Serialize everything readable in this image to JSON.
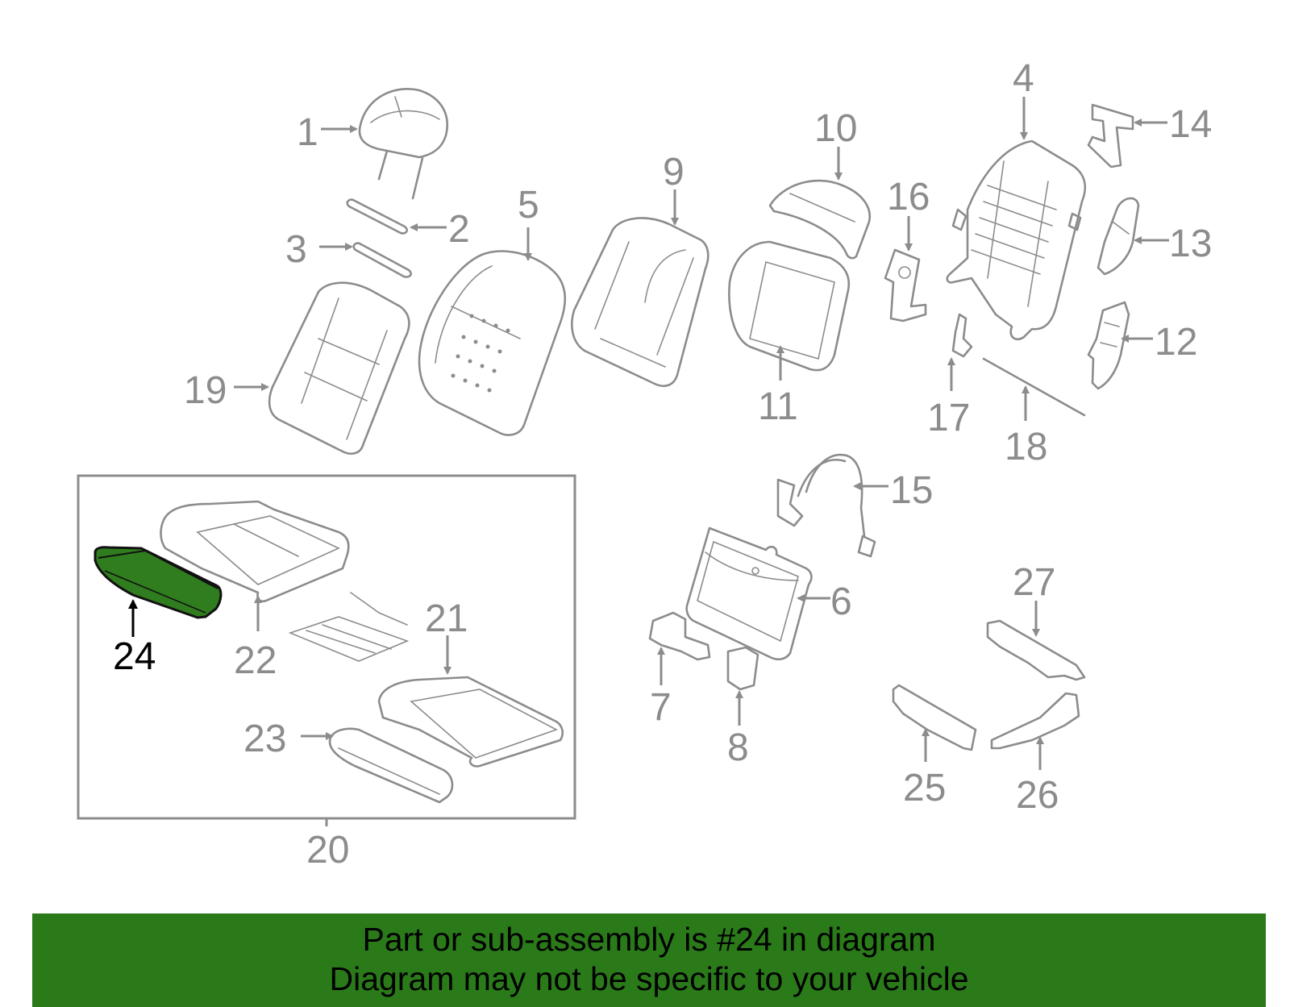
{
  "colors": {
    "line": "#8c8c8c",
    "highlight_fill": "#2f7d1e",
    "highlight_stroke": "#111111",
    "banner": "#2a7a1a",
    "text": "#000000"
  },
  "callouts": [
    {
      "id": "1",
      "label": "1"
    },
    {
      "id": "2",
      "label": "2"
    },
    {
      "id": "3",
      "label": "3"
    },
    {
      "id": "4",
      "label": "4"
    },
    {
      "id": "5",
      "label": "5"
    },
    {
      "id": "6",
      "label": "6"
    },
    {
      "id": "7",
      "label": "7"
    },
    {
      "id": "8",
      "label": "8"
    },
    {
      "id": "9",
      "label": "9"
    },
    {
      "id": "10",
      "label": "10"
    },
    {
      "id": "11",
      "label": "11"
    },
    {
      "id": "12",
      "label": "12"
    },
    {
      "id": "13",
      "label": "13"
    },
    {
      "id": "14",
      "label": "14"
    },
    {
      "id": "15",
      "label": "15"
    },
    {
      "id": "16",
      "label": "16"
    },
    {
      "id": "17",
      "label": "17"
    },
    {
      "id": "18",
      "label": "18"
    },
    {
      "id": "19",
      "label": "19"
    },
    {
      "id": "20",
      "label": "20"
    },
    {
      "id": "21",
      "label": "21"
    },
    {
      "id": "22",
      "label": "22"
    },
    {
      "id": "23",
      "label": "23"
    },
    {
      "id": "24",
      "label": "24",
      "highlighted": true
    },
    {
      "id": "25",
      "label": "25"
    },
    {
      "id": "26",
      "label": "26"
    },
    {
      "id": "27",
      "label": "27"
    }
  ],
  "banner": {
    "line1": "Part or sub-assembly is #24 in diagram",
    "line2": "Diagram may not be specific to your vehicle"
  }
}
